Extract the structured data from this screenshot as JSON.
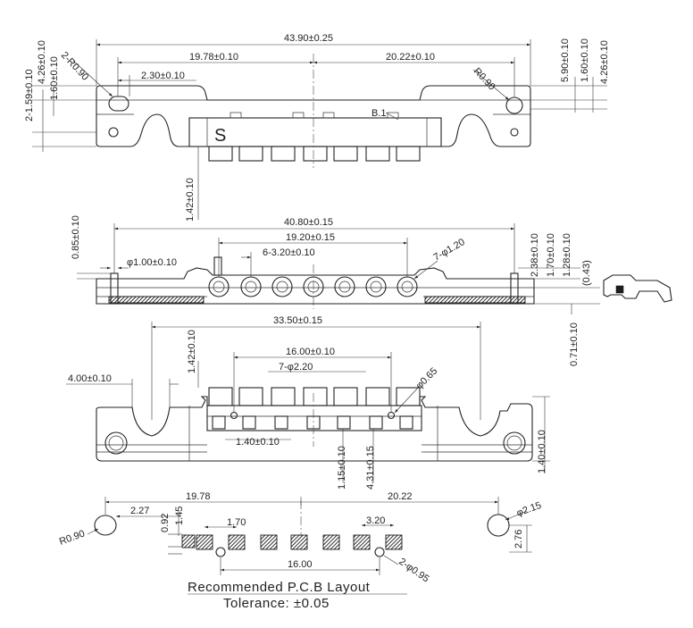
{
  "top_view": {
    "overall_width": "43.90±0.25",
    "left_span": "19.78±0.10",
    "right_span": "20.22±0.10",
    "hole_offset": "2.30±0.10",
    "left_radius": "2-R0.90",
    "right_radius": "R0.90",
    "left_height_a": "4.26±0.10",
    "left_height_b": "1.60±0.10",
    "left_height_c": "2-1.59±0.10",
    "right_height_a": "5.90±0.10",
    "right_height_b": "1.60±0.10",
    "right_height_c": "4.26±0.10",
    "pin_height": "1.42±0.10",
    "marking_letter": "S",
    "marking_b1": "B.1"
  },
  "front_view": {
    "width": "40.80±0.15",
    "pin_span": "19.20±0.15",
    "pitch": "6-3.20±0.10",
    "hole_dia": "7-φ1.20",
    "post_dia": "φ1.00±0.10",
    "left_height": "0.85±0.10",
    "right_height_a": "2.38±0.10",
    "right_height_b": "1.70±0.10",
    "right_height_c": "1.28±0.10",
    "ref_height": "(0.43)",
    "bottom_height": "0.71±0.10"
  },
  "bottom_view": {
    "width": "33.50±0.15",
    "slot_width": "4.00±0.10",
    "pin_height": "1.42±0.10",
    "pad_span": "16.00±0.10",
    "pad_dia": "7-φ2.20",
    "small_dia": "φ0.65",
    "pad_offset": "1.40±0.10",
    "depth_a": "1.15±0.10",
    "depth_b": "4.31±0.15",
    "right_height": "1.40±0.10"
  },
  "pcb_layout": {
    "left_span": "19.78",
    "right_span": "20.22",
    "offset": "2.27",
    "v_a": "0.92",
    "v_b": "1.45",
    "pad_pitch": "1.70",
    "pad_gap": "3.20",
    "pad_span": "16.00",
    "left_radius": "R0.90",
    "right_dia": "φ2.15",
    "right_height": "2.76",
    "hole_dia": "2-φ0.95"
  },
  "caption": {
    "title": "Recommended P.C.B Layout",
    "tolerance": "Tolerance: ±0.05"
  }
}
